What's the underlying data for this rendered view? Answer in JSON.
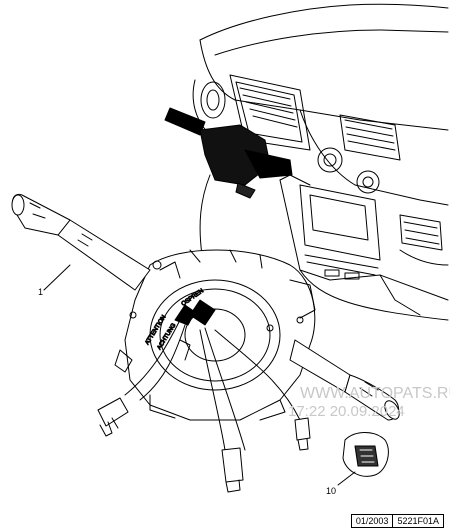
{
  "callouts": {
    "part_1": "1",
    "part_10": "10"
  },
  "footer": {
    "date_code": "01/2003",
    "ref_code": "5221F01A"
  },
  "watermark": {
    "line1": "WWW.AUTOPATS.RU",
    "line2": "17:22 20.09.2024"
  },
  "stalk_text": {
    "line1": "ATTENTION",
    "line2": "ACHTUNG",
    "line3": "OSPREN"
  },
  "colors": {
    "ink": "#000000",
    "paper": "#ffffff",
    "watermark": "#c8c8c8"
  }
}
